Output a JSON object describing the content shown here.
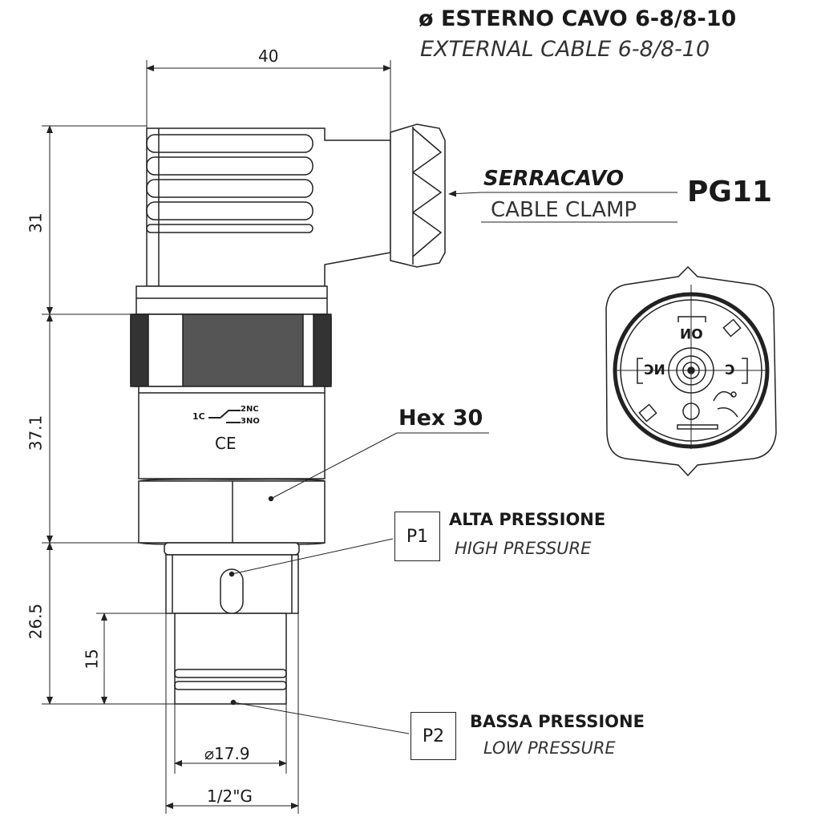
{
  "header": {
    "title_it": "ø ESTERNO CAVO 6-8/8-10",
    "title_en": "EXTERNAL CABLE 6-8/8-10"
  },
  "cable_clamp": {
    "label_it": "SERRACAVO",
    "label_en": "CABLE CLAMP",
    "size": "PG11"
  },
  "hex_label": "Hex 30",
  "ports": [
    {
      "id": "P1",
      "label_it": "ALTA PRESSIONE",
      "label_en": "HIGH PRESSURE"
    },
    {
      "id": "P2",
      "label_it": "BASSA PRESSIONE",
      "label_en": "LOW PRESSURE"
    }
  ],
  "dimensions": {
    "width_top": "40",
    "head_height": "31",
    "body_height": "37.1",
    "thread_height": "26.5",
    "spigot_height": "15",
    "diameter": "⌀17.9",
    "thread": "1/2\"G"
  },
  "wiring": {
    "common": "1C",
    "nc": "2NC",
    "no": "3NO",
    "mark": "CE"
  },
  "connector_face": {
    "no": "NO",
    "nc": "NC",
    "c": "C"
  }
}
